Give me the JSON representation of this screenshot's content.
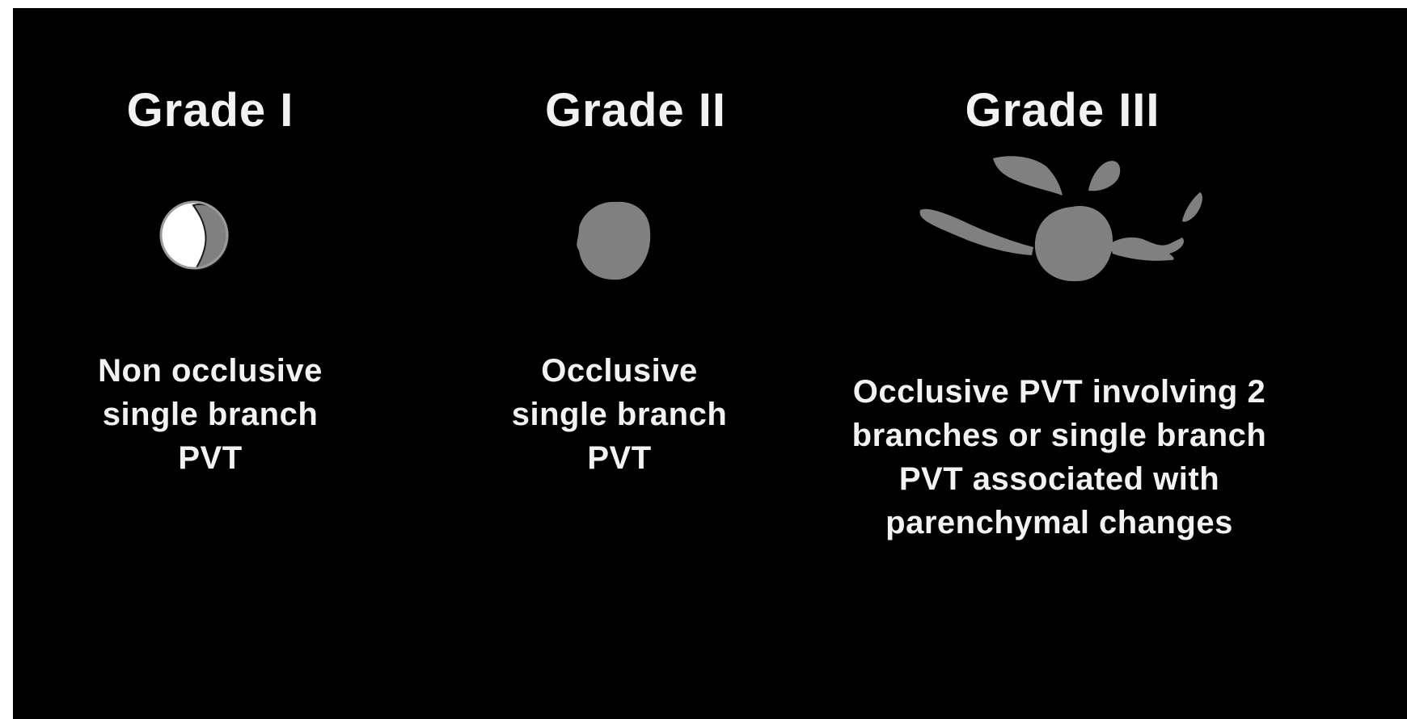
{
  "grades": [
    {
      "title": "Grade I",
      "description_lines": [
        "Non occlusive",
        "single branch",
        "PVT"
      ]
    },
    {
      "title": "Grade II",
      "description_lines": [
        "Occlusive",
        "single branch",
        "PVT"
      ]
    },
    {
      "title": "Grade III",
      "description_lines": [
        "Occlusive PVT involving 2",
        "branches or single branch",
        "PVT associated with",
        "parenchymal changes"
      ]
    }
  ],
  "colors": {
    "background": "#000000",
    "text": "#f2f2f2",
    "thrombus": "#808080",
    "vessel_lumen": "#ffffff"
  }
}
